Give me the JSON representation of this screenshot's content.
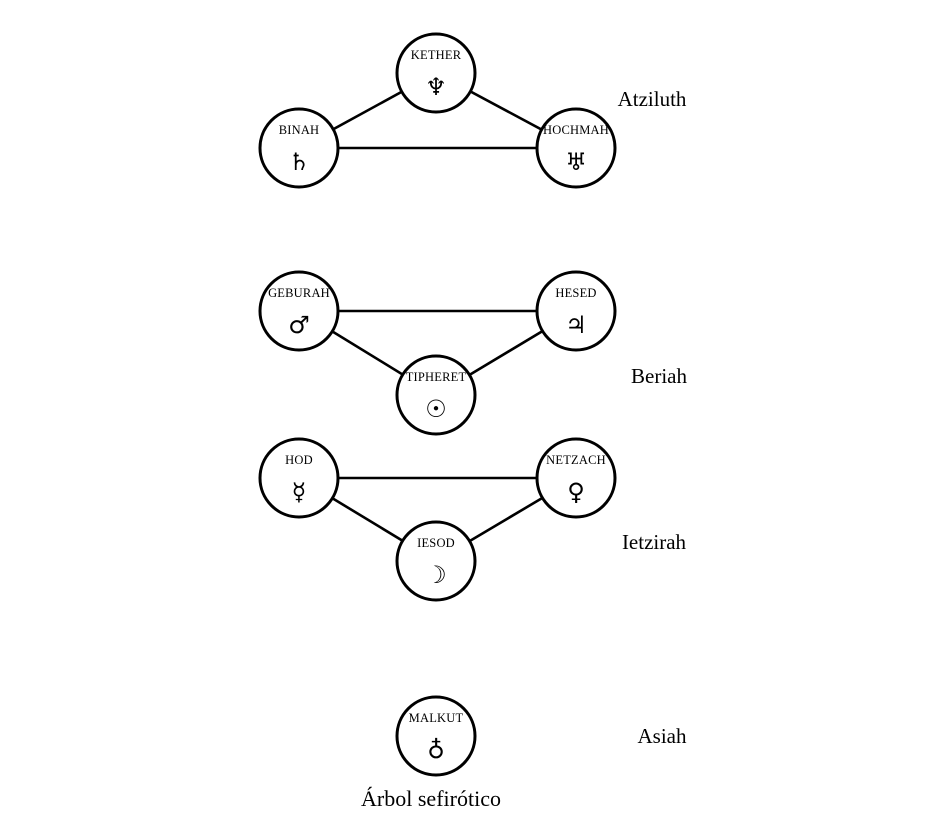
{
  "diagram": {
    "caption": "Árbol sefirótico",
    "worlds": {
      "atziluth": "Atziluth",
      "beriah": "Beriah",
      "ietzirah": "Ietzirah",
      "asiah": "Asiah"
    },
    "nodes": {
      "kether": {
        "label": "KETHER",
        "symbol": "♆",
        "symbol_name": "neptune-icon"
      },
      "binah": {
        "label": "BINAH",
        "symbol": "♄",
        "symbol_name": "saturn-icon"
      },
      "hochmah": {
        "label": "HOCHMAH",
        "symbol": "♅",
        "symbol_name": "uranus-icon"
      },
      "geburah": {
        "label": "GEBURAH",
        "symbol": "♂",
        "symbol_name": "mars-icon"
      },
      "hesed": {
        "label": "HESED",
        "symbol": "♃",
        "symbol_name": "jupiter-icon"
      },
      "tiphereth": {
        "label": "TIPHERET",
        "symbol": "☉",
        "symbol_name": "sun-icon"
      },
      "hod": {
        "label": "HOD",
        "symbol": "☿",
        "symbol_name": "mercury-icon"
      },
      "netzach": {
        "label": "NETZACH",
        "symbol": "♀",
        "symbol_name": "venus-icon"
      },
      "iesod": {
        "label": "IESOD",
        "symbol": "☽",
        "symbol_name": "moon-icon"
      },
      "malkut": {
        "label": "MALKUT",
        "symbol": "♁",
        "symbol_name": "earth-icon"
      }
    },
    "edges": [
      [
        "kether",
        "binah"
      ],
      [
        "kether",
        "hochmah"
      ],
      [
        "binah",
        "hochmah"
      ],
      [
        "geburah",
        "hesed"
      ],
      [
        "geburah",
        "tiphereth"
      ],
      [
        "hesed",
        "tiphereth"
      ],
      [
        "hod",
        "netzach"
      ],
      [
        "hod",
        "iesod"
      ],
      [
        "netzach",
        "iesod"
      ]
    ]
  }
}
